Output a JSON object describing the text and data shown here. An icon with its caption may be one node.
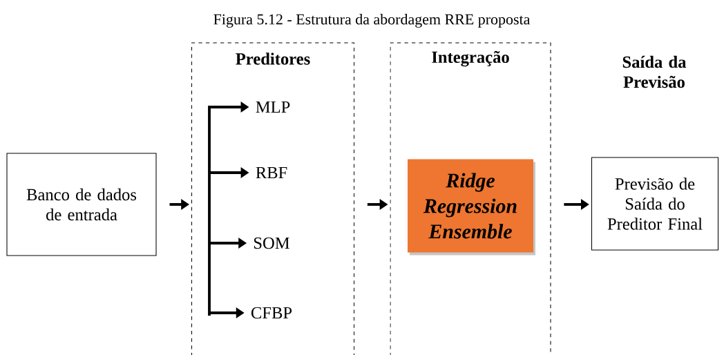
{
  "diagram": {
    "title": "Figura 5.12 - Estrutura da abordagem RRE proposta",
    "nodes": [
      {
        "text": [
          "Banco de dados de entrada"
        ]
      },
      {
        "text": [
          "Preditores"
        ]
      },
      {
        "text": [
          "MLP"
        ],
        "in": 1
      },
      {
        "text": [
          "RBF"
        ],
        "in": 1
      },
      {
        "text": [
          "SOM"
        ],
        "in": 1
      },
      {
        "text": [
          "CFBP"
        ],
        "in": 1
      },
      {
        "text": [
          "Integração"
        ]
      },
      {
        "text": [
          "Ridge Regression Ensemble"
        ],
        "in": 6
      },
      {
        "text": [
          "Previsão de Saída do Preditor Final"
        ]
      }
    ],
    "edges": [
      {
        "from": 0,
        "to": 1,
        "arrow": "to"
      },
      {
        "from": null,
        "to": 2,
        "arrow": "to"
      },
      {
        "from": null,
        "to": 3,
        "arrow": "to"
      },
      {
        "from": null,
        "to": 4,
        "arrow": "to"
      },
      {
        "from": null,
        "to": 5,
        "arrow": "to"
      },
      {
        "from": 1,
        "to": 6,
        "arrow": "to"
      },
      {
        "from": 6,
        "to": 8,
        "arrow": "to"
      }
    ],
    "labels": [
      "Saída da Previsão"
    ]
  }
}
